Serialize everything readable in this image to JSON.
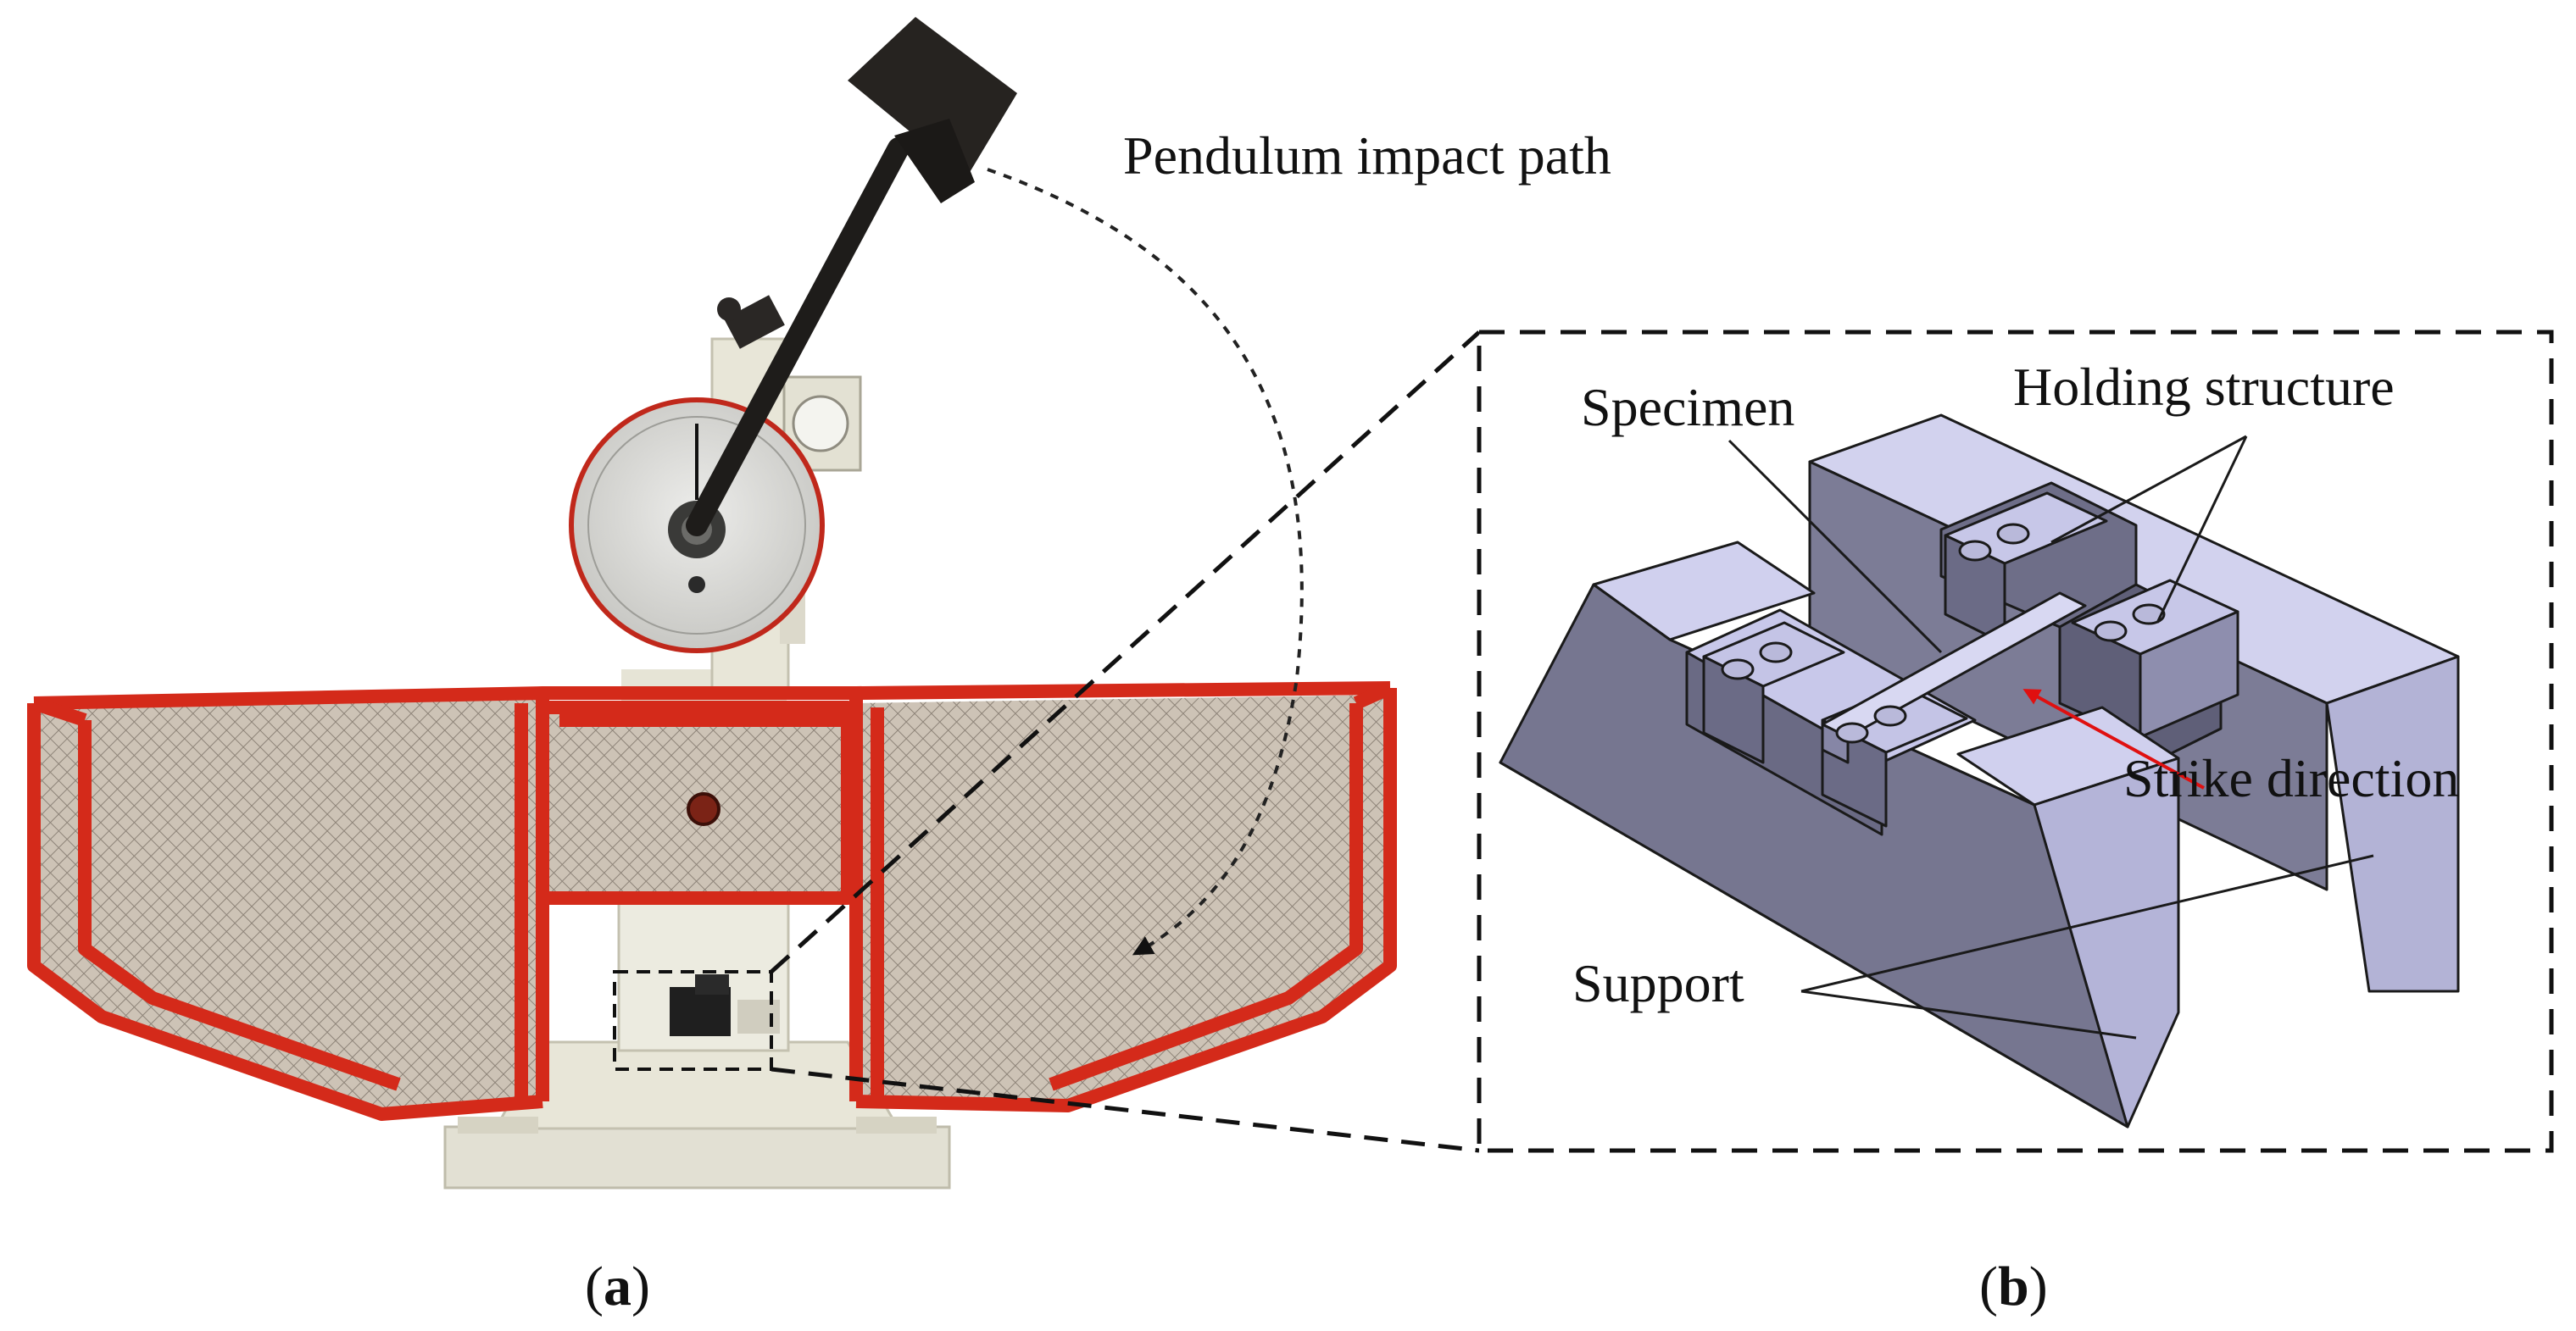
{
  "figure": {
    "panel_a": {
      "caption_open": "(",
      "caption_letter": "a",
      "caption_close": ")",
      "annotation": "Pendulum impact path"
    },
    "panel_b": {
      "caption_open": "(",
      "caption_letter": "b",
      "caption_close": ")",
      "labels": {
        "specimen": "Specimen",
        "holding_structure": "Holding structure",
        "strike_direction": "Strike direction",
        "support": "Support"
      }
    }
  },
  "colors": {
    "frame_red": "#d42a1a",
    "mesh_fill": "#c9bfb3",
    "machine_body": "#e8e6d8",
    "pendulum_dark": "#262320",
    "dial_face": "#d9d9d6",
    "part_face_light": "#c9c9e9",
    "part_face_mid": "#a6a6c9",
    "part_face_dark": "#6e6e86",
    "strike_arrow": "#e01010"
  }
}
